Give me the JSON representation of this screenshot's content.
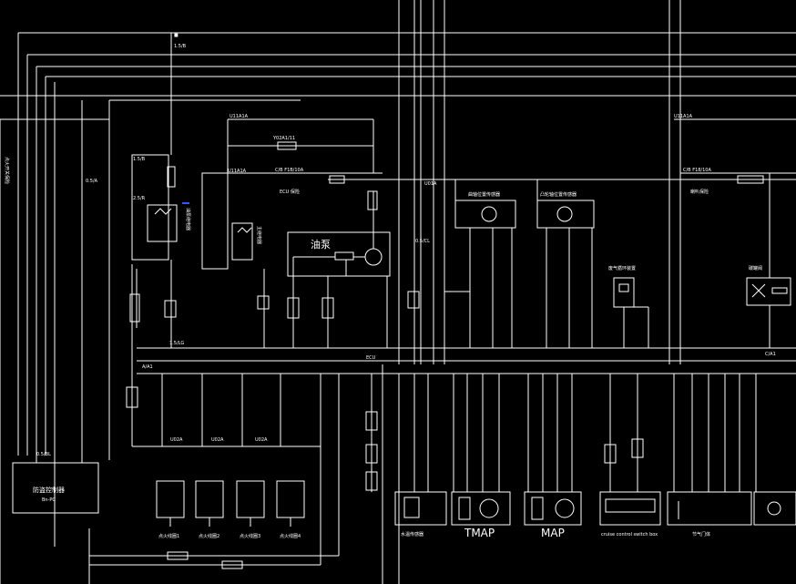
{
  "diagram": {
    "components": {
      "oil_pump": "油泵",
      "ecu": "ECU",
      "ecu_fuse": "ECU 保险",
      "crank_sensor": "曲轴位置传感器",
      "cam_sensor": "凸轮轴位置传感器",
      "exhaust_sensor": "废气循环装置",
      "canister": "碳罐阀",
      "horn_fuse": "喇叭保险",
      "fuel_pump_relay": "油泵继电器",
      "main_relay": "主继电器",
      "immobilizer": "防盗控制器",
      "immobilizer_model": "Bn-PC",
      "coil_1": "点火线圈1",
      "coil_2": "点火线圈2",
      "coil_3": "点火线圈3",
      "coil_4": "点火线圈4",
      "water_temp": "水温传感器",
      "tmap": "TMAP",
      "map": "MAP",
      "cruise": "cruise control switch box",
      "throttle": "节气门体",
      "left_vertical": "点火开关保险"
    },
    "wire_labels": {
      "u11a1a_left": "U11A1A",
      "u11a1a_right": "U11A1A",
      "u01a": "U01A",
      "u02a_1": "U02A",
      "u02a_2": "U02A",
      "u02a_3": "U02A",
      "w_15b": "1.5/B",
      "w_05a": "0.5/A",
      "w_05cl": "0.5/CL",
      "w_05bl": "0.5/BL",
      "w_15lg": "1.5/LG",
      "w_25r": "2.5/R",
      "u11a1a_b": "U11A1A",
      "y_relay": "Y02A1/11",
      "fuse_label": "C/B F1B/10A",
      "fuse_label_right": "C/B F18/10A",
      "pin_a1": "A/A1",
      "pin_c1": "C/A1"
    }
  }
}
